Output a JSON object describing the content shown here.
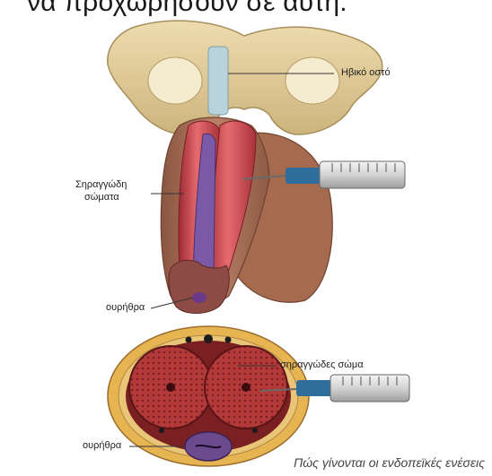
{
  "header": {
    "cut_text": "να προχωρήσουν σε αυτή."
  },
  "labels": {
    "pubic_bone": "Ηβικό οστό",
    "corpora_top_line1": "Σηραγγώδη",
    "corpora_top_line2": "σώματα",
    "urethra_top": "ουρήθρα",
    "corpora_cross": "σηραγγώδες σώμα",
    "urethra_cross": "ουρήθρα"
  },
  "caption": "Πώς γίνονται οι ενδοπεϊκές ενέσεις",
  "colors": {
    "bone": "#e3cf9e",
    "corpora": "#c9404a",
    "skin": "#a86e55",
    "cartilage": "#b9d3db",
    "fat_ring": "#e6b552",
    "tissue": "#b63a3a"
  },
  "icons": [
    "syringe-icon"
  ]
}
